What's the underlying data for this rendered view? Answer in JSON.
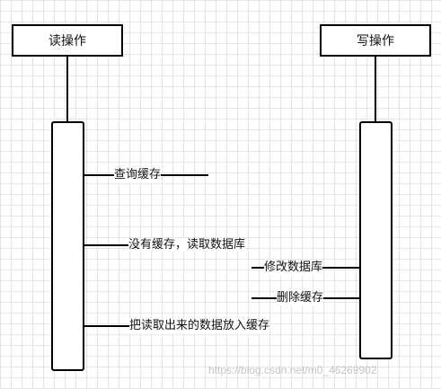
{
  "actors": {
    "read": "读操作",
    "write": "写操作"
  },
  "messages": {
    "query_cache": "查询缓存",
    "no_cache_read_db": "没有缓存，读取数据库",
    "modify_db": "修改数据库",
    "delete_cache": "删除缓存",
    "put_into_cache": "把读取出来的数据放入缓存"
  },
  "watermark": "https://blog.csdn.net/m0_46269902"
}
